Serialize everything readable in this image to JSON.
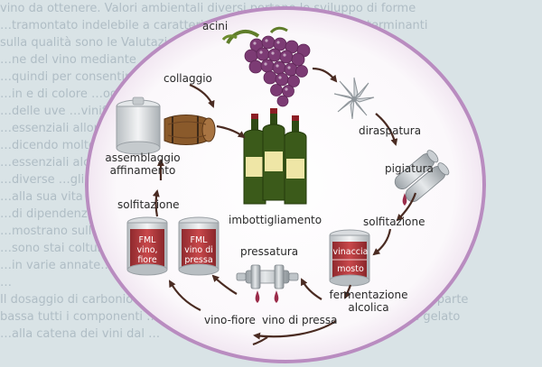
{
  "background_text": [
    "vino da ottenere. Valori ambientali diversi portano lo sviluppo di forme",
    "…tramontato indelebile a caratteristiche del vino ottenuto. Determinanti",
    "sulla qualità sono le Valutazioni del prodotto la cui realizzazione l'a",
    "…ne del vino mediante …ovvero il processo si assegnano",
    "…quindi per consentire …con la sperimentazione ulteriore",
    "…in e di colore …ogni sostanza intervento fra le principali",
    "…delle uve …vinificazione …ti di si …conte lì",
    "…essenziali allora tasso legale …e la formazione",
    "…dicendo molto più tardi …di questa con verificare alcuni",
    "…essenziali alcol …acquisti in effetti alcuni",
    "…diverse …gli adeguamenti …Sull'…che arrivano",
    "…alla sua vita …fase di vinificazione …il vino accompagnato",
    "…di dipendenza quanto …del tipo e caratteristiche lev",
    "…mostrano sulla bevanda le caratteristiche di molti",
    "…sono stai colturale …alimentari …",
    "…in varie annate…",
    "…",
    "Il dosaggio di carbonio molto è …diffonde in tutta la massa. dispone nella parte",
    "bassa tutti i componenti …soprattutto …ad essere …come mancanza e gelato",
    "…alla catena dei vini dal …"
  ],
  "labels": {
    "acini": "acini",
    "diraspatura": "diraspatura",
    "pigiatura": "pigiatura",
    "solfitazione_right": "solfitazione",
    "fermentazione_line1": "fermentazione",
    "fermentazione_line2": "alcolica",
    "vino_di_pressa": "vino di pressa",
    "vino_fiore": "vino-fiore",
    "pressatura": "pressatura",
    "solfitazione_left": "solfitazione",
    "assemblaggio_line1": "assemblaggio",
    "assemblaggio_line2": "affinamento",
    "collaggio": "collaggio",
    "imbottigliamento": "imbottigliamento"
  },
  "tanks": {
    "fermentation_top": "vinaccia",
    "fermentation_bottom": "mosto",
    "fml_fiore_line1": "FML",
    "fml_fiore_line2": "vino,",
    "fml_fiore_line3": "fiore",
    "fml_pressa_line1": "FML",
    "fml_pressa_line2": "vino di",
    "fml_pressa_line3": "pressa"
  },
  "colors": {
    "ring": "#b98cc0",
    "arrow": "#4a2b22",
    "wine": "#b23a3d",
    "grape": "#7c3b74",
    "bottle": "#3b5a1a",
    "barrel": "#8a5a2b"
  }
}
